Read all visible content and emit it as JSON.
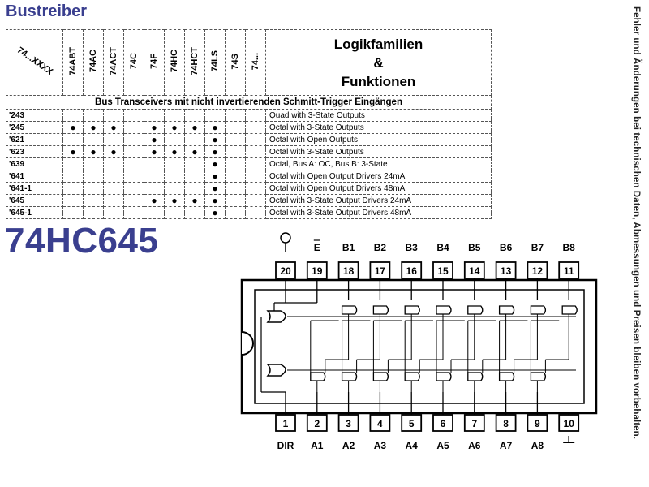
{
  "title": "Bustreiber",
  "side_note": "Fehler und Änderungen bei technischen Daten, Abmessungen und Preisen bleiben vorbehalten.",
  "chip_name": "74HC645",
  "table": {
    "corner_label": "74...XXXX",
    "families": [
      "74ABT",
      "74AC",
      "74ACT",
      "74C",
      "74F",
      "74HC",
      "74HCT",
      "74LS",
      "74S",
      "74..."
    ],
    "logik_header": [
      "Logikfamilien",
      "&",
      "Funktionen"
    ],
    "section_title": "Bus Transceivers mit nicht invertierenden Schmitt-Trigger Eingängen",
    "rows": [
      {
        "code": "'243",
        "dots": [
          0,
          0,
          0,
          0,
          0,
          0,
          0,
          0,
          0,
          0
        ],
        "function": "Quad with 3-State Outputs"
      },
      {
        "code": "'245",
        "dots": [
          1,
          1,
          1,
          0,
          1,
          1,
          1,
          1,
          0,
          0
        ],
        "function": "Octal with 3-State Outputs"
      },
      {
        "code": "'621",
        "dots": [
          0,
          0,
          0,
          0,
          1,
          0,
          0,
          1,
          0,
          0
        ],
        "function": "Octal with Open Outputs"
      },
      {
        "code": "'623",
        "dots": [
          1,
          1,
          1,
          0,
          1,
          1,
          1,
          1,
          0,
          0
        ],
        "function": "Octal with 3-State Outputs"
      },
      {
        "code": "'639",
        "dots": [
          0,
          0,
          0,
          0,
          0,
          0,
          0,
          1,
          0,
          0
        ],
        "function": "Octal, Bus A: OC, Bus B: 3-State"
      },
      {
        "code": "'641",
        "dots": [
          0,
          0,
          0,
          0,
          0,
          0,
          0,
          1,
          0,
          0
        ],
        "function": "Octal with Open Output Drivers 24mA"
      },
      {
        "code": "'641-1",
        "dots": [
          0,
          0,
          0,
          0,
          0,
          0,
          0,
          1,
          0,
          0
        ],
        "function": "Octal with Open Output Drivers 48mA"
      },
      {
        "code": "'645",
        "dots": [
          0,
          0,
          0,
          0,
          1,
          1,
          1,
          1,
          0,
          0
        ],
        "function": "Octal with 3-State Output Drivers 24mA"
      },
      {
        "code": "'645-1",
        "dots": [
          0,
          0,
          0,
          0,
          0,
          0,
          0,
          1,
          0,
          0
        ],
        "function": "Octal with 3-State Output Drivers 48mA"
      }
    ]
  },
  "pinout": {
    "top_labels": [
      "",
      "E",
      "B1",
      "B2",
      "B3",
      "B4",
      "B5",
      "B6",
      "B7",
      "B8"
    ],
    "top_numbers": [
      "20",
      "19",
      "18",
      "17",
      "16",
      "15",
      "14",
      "13",
      "12",
      "11"
    ],
    "bottom_labels": [
      "DIR",
      "A1",
      "A2",
      "A3",
      "A4",
      "A5",
      "A6",
      "A7",
      "A8",
      ""
    ],
    "bottom_numbers": [
      "1",
      "2",
      "3",
      "4",
      "5",
      "6",
      "7",
      "8",
      "9",
      "10"
    ],
    "vcc_icon": "vcc-circle-icon",
    "gnd_icon": "ground-icon"
  }
}
